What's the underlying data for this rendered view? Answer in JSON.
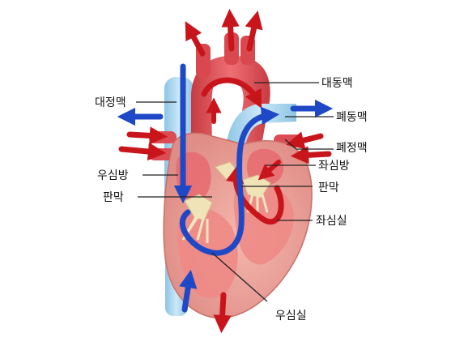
{
  "labels": {
    "aorta": "대동맥",
    "vena_cava": "대정맥",
    "pulmonary_artery": "폐동맥",
    "pulmonary_vein": "폐정맥",
    "left_atrium": "좌심방",
    "right_atrium": "우심방",
    "valve_left": "판막",
    "valve_right": "판막",
    "left_ventricle": "좌심실",
    "right_ventricle": "우심실"
  },
  "colors": {
    "oxygenated_arrow": "#c8151b",
    "deoxygenated_arrow": "#1f48c7",
    "heart_tissue": "#e99a93",
    "vessel_red": "#e2545a",
    "vessel_blue": "#a9d6ee",
    "valve": "#f1e3b8"
  }
}
